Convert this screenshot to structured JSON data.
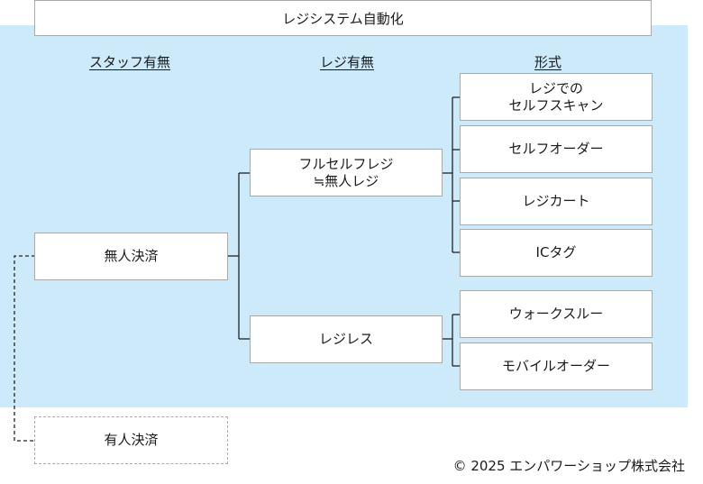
{
  "title": "レジシステム自動化",
  "columns": {
    "staff": "スタッフ有無",
    "register": "レジ有無",
    "format": "形式"
  },
  "nodes": {
    "unmanned_payment": "無人決済",
    "manned_payment": "有人決済",
    "full_self_register": "フルセルフレジ\n≒無人レジ",
    "registerless": "レジレス",
    "self_scan": "レジでの\nセルフスキャン",
    "self_order": "セルフオーダー",
    "register_cart": "レジカート",
    "ic_tag": "ICタグ",
    "walk_through": "ウォークスルー",
    "mobile_order": "モバイルオーダー"
  },
  "copyright": "© 2025 エンパワーショップ株式会社",
  "colors": {
    "region": "#cdeafb",
    "border": "#a9a9a9",
    "line": "#222222"
  }
}
